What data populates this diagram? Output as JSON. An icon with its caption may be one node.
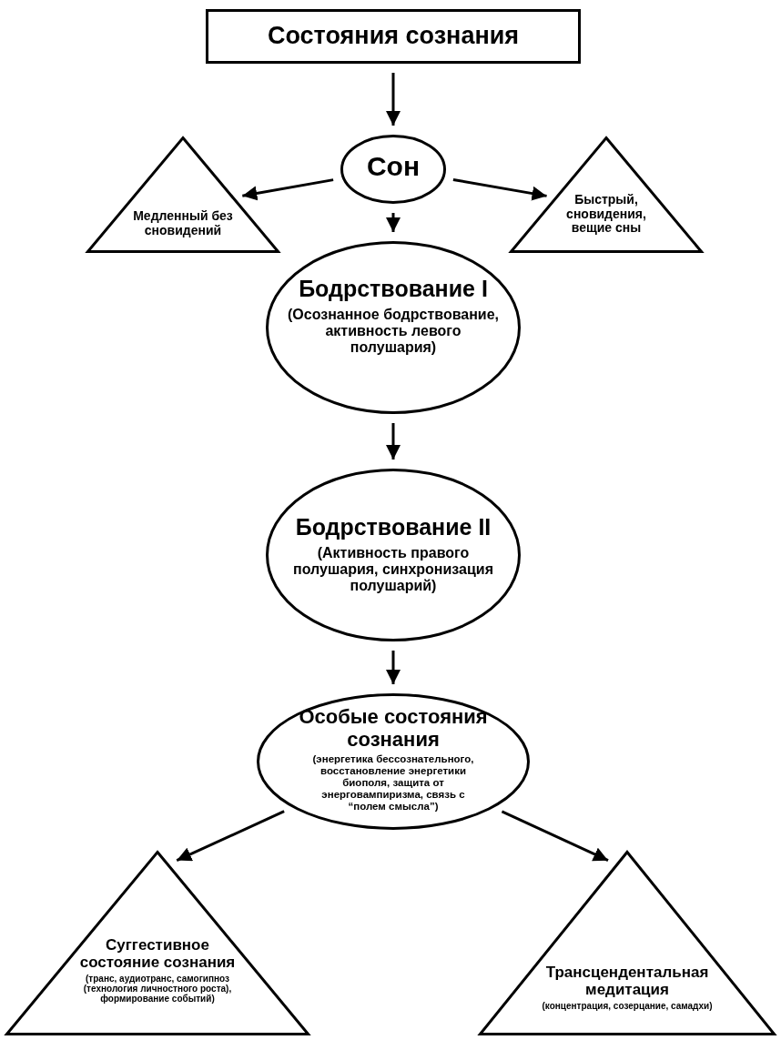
{
  "diagram": {
    "nodes": [
      {
        "text": [
          "Состояния сознания"
        ]
      },
      {
        "text": [
          "Сон"
        ]
      },
      {
        "text": [
          "Медленный без сновидений"
        ]
      },
      {
        "text": [
          "Быстрый, сновидения, вещие сны"
        ]
      },
      {
        "text": [
          "Бодрствование I",
          "(Осознанное бодрствование, активность левого полушария)"
        ]
      },
      {
        "text": [
          "Бодрствование II",
          "(Активность правого полушария, синхронизация полушарий)"
        ]
      },
      {
        "text": [
          "Особые состояния сознания",
          "(энергетика бессознательного, восстановление энергетики биополя, защита от энерговампиризма, связь с “полем смысла”)"
        ]
      },
      {
        "text": [
          "Суггестивное состояние сознания",
          "(транс, аудиотранс, самогипноз (технология личностного роста), формирование событий)"
        ]
      },
      {
        "text": [
          "Трансцендентальная медитация",
          "(концентрация, созерцание, самадхи)"
        ]
      }
    ],
    "edges": [
      {
        "from": 0,
        "to": 1,
        "arrow": "to"
      },
      {
        "from": 1,
        "to": 2,
        "arrow": "to"
      },
      {
        "from": 1,
        "to": 3,
        "arrow": "to"
      },
      {
        "from": 1,
        "to": 4,
        "arrow": "to"
      },
      {
        "from": 4,
        "to": 5,
        "arrow": "to"
      },
      {
        "from": 5,
        "to": 6,
        "arrow": "to"
      },
      {
        "from": 6,
        "to": 7,
        "arrow": "to"
      },
      {
        "from": 6,
        "to": 8,
        "arrow": "to"
      }
    ]
  }
}
